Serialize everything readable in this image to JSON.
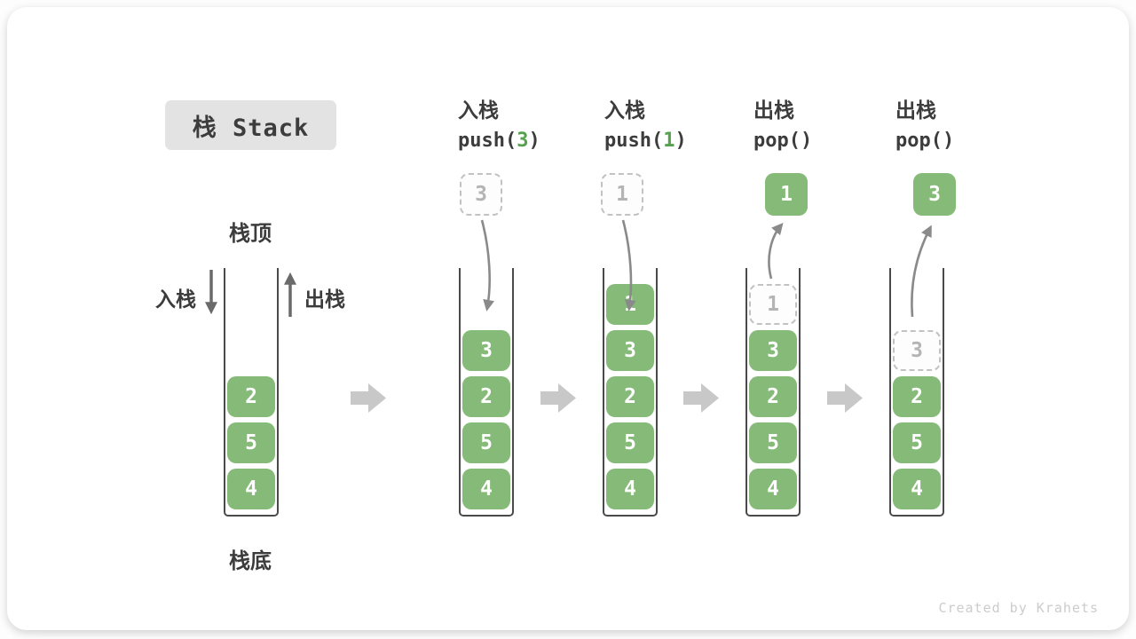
{
  "title": "栈 Stack",
  "watermark": "Created by Krahets",
  "legend": {
    "stack_top": "栈顶",
    "stack_bottom": "栈底",
    "push": "入栈",
    "pop": "出栈"
  },
  "initial_stack": {
    "cells": [
      "2",
      "5",
      "4"
    ]
  },
  "stages": [
    {
      "op": "入栈",
      "code_pre": "push(",
      "code_arg": "3",
      "code_post": ")",
      "float_value": "3",
      "cells": [
        "3",
        "2",
        "5",
        "4"
      ]
    },
    {
      "op": "入栈",
      "code_pre": "push(",
      "code_arg": "1",
      "code_post": ")",
      "float_value": "1",
      "cells": [
        "1",
        "3",
        "2",
        "5",
        "4"
      ]
    },
    {
      "op": "出栈",
      "code_pre": "pop(",
      "code_arg": "",
      "code_post": ")",
      "float_value": "1",
      "ghost_value": "1",
      "cells": [
        "3",
        "2",
        "5",
        "4"
      ]
    },
    {
      "op": "出栈",
      "code_pre": "pop(",
      "code_arg": "",
      "code_post": ")",
      "float_value": "3",
      "ghost_value": "3",
      "cells": [
        "2",
        "5",
        "4"
      ]
    }
  ],
  "colors": {
    "cell_green": "#86ba78",
    "code_green": "#55a14e",
    "text_dark": "#3c3c3c",
    "container_border": "#4a4a4a",
    "dashed_border": "#c2c2c2",
    "dashed_text": "#b4b4b4",
    "flow_arrow": "#c8c8c8",
    "motion_arrow": "#8a8a8a",
    "title_bg": "#e3e3e3",
    "watermark": "#cccccc"
  }
}
